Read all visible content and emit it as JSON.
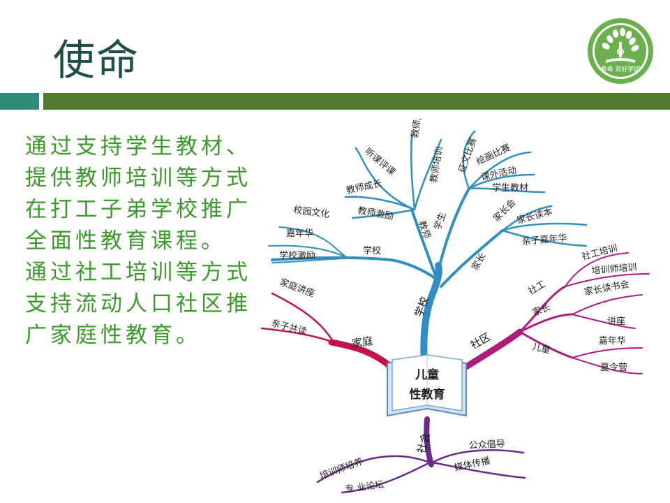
{
  "slide": {
    "title": "使命",
    "paragraph1": "通过支持学生教材、提供教师培训等方式在打工子弟学校推广全面性教育课程。",
    "paragraph2": "通过社工培训等方式支持流动人口社区推广家庭性教育。"
  },
  "logo": {
    "icon": "tree-logo-icon",
    "text": "希希 双好学园",
    "color": "#6ab04c"
  },
  "colors": {
    "accent_teal": "#2e8b7a",
    "accent_green": "#4f7a2c",
    "text_green": "#3a9a2a",
    "branch_school": "#2f8fc4",
    "branch_family": "#c4124e",
    "branch_community": "#b0197d",
    "branch_society": "#6a2a8a"
  },
  "mindmap": {
    "center": {
      "line1": "儿童",
      "line2": "性教育"
    },
    "school": {
      "label": "学校",
      "sub_teacher": "教师",
      "teacher_items": [
        "听课评课",
        "教师用书",
        "教师培训",
        "教师成长",
        "教师激励"
      ],
      "sub_school": "学校",
      "school_items": [
        "校园文化",
        "嘉年华",
        "学校激励"
      ],
      "sub_student": "学生",
      "student_items": [
        "征文比赛",
        "绘画比赛",
        "课外活动",
        "学生教材"
      ],
      "sub_parent": "家长",
      "parent_items": [
        "家长会",
        "家长读本",
        "亲子嘉年华"
      ]
    },
    "family": {
      "label": "家庭",
      "items": [
        "家庭讲座",
        "亲子共读"
      ]
    },
    "community": {
      "label": "社区",
      "sub_social": "社工",
      "social_items": [
        "社工培训",
        "培训师培训"
      ],
      "sub_parent": "家长",
      "parent_items": [
        "家长读书会",
        "讲座"
      ],
      "sub_child": "儿童",
      "child_items": [
        "嘉年华",
        "夏令营"
      ]
    },
    "society": {
      "label": "社会",
      "items": [
        "培训师培养",
        "专 业论坛",
        "公众倡导",
        "媒体传播"
      ]
    }
  }
}
